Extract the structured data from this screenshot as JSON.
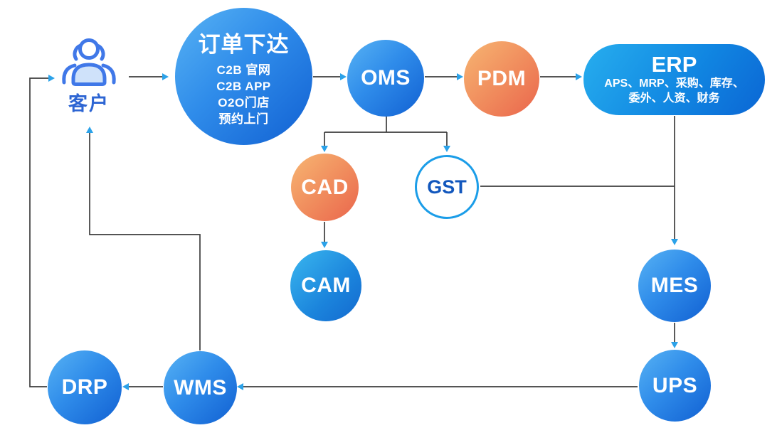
{
  "diagram": {
    "nodes": {
      "customer": {
        "label": "客户",
        "icon": "users-icon"
      },
      "order": {
        "title": "订单下达",
        "lines": [
          "C2B 官网",
          "C2B APP",
          "O2O门店",
          "预约上门"
        ]
      },
      "oms": {
        "label": "OMS"
      },
      "pdm": {
        "label": "PDM"
      },
      "erp": {
        "title": "ERP",
        "sub_line1": "APS、MRP、采购、库存、",
        "sub_line2": "委外、人资、财务"
      },
      "cad": {
        "label": "CAD"
      },
      "gst": {
        "label": "GST"
      },
      "cam": {
        "label": "CAM"
      },
      "mes": {
        "label": "MES"
      },
      "ups": {
        "label": "UPS"
      },
      "wms": {
        "label": "WMS"
      },
      "drp": {
        "label": "DRP"
      }
    },
    "colors": {
      "node_blue_light": "#58b3f4",
      "node_blue_dark": "#1160d2",
      "node_orange_light": "#f7b672",
      "node_orange_dark": "#ea654c",
      "erp_cyan": "#27aeee",
      "erp_blue": "#0b66d4",
      "gst_border": "#1b9de8",
      "gst_text": "#1257bd",
      "customer_text": "#2d65d3",
      "connector_line": "#3d3d3d",
      "arrowhead": "#2ba2e9"
    }
  }
}
